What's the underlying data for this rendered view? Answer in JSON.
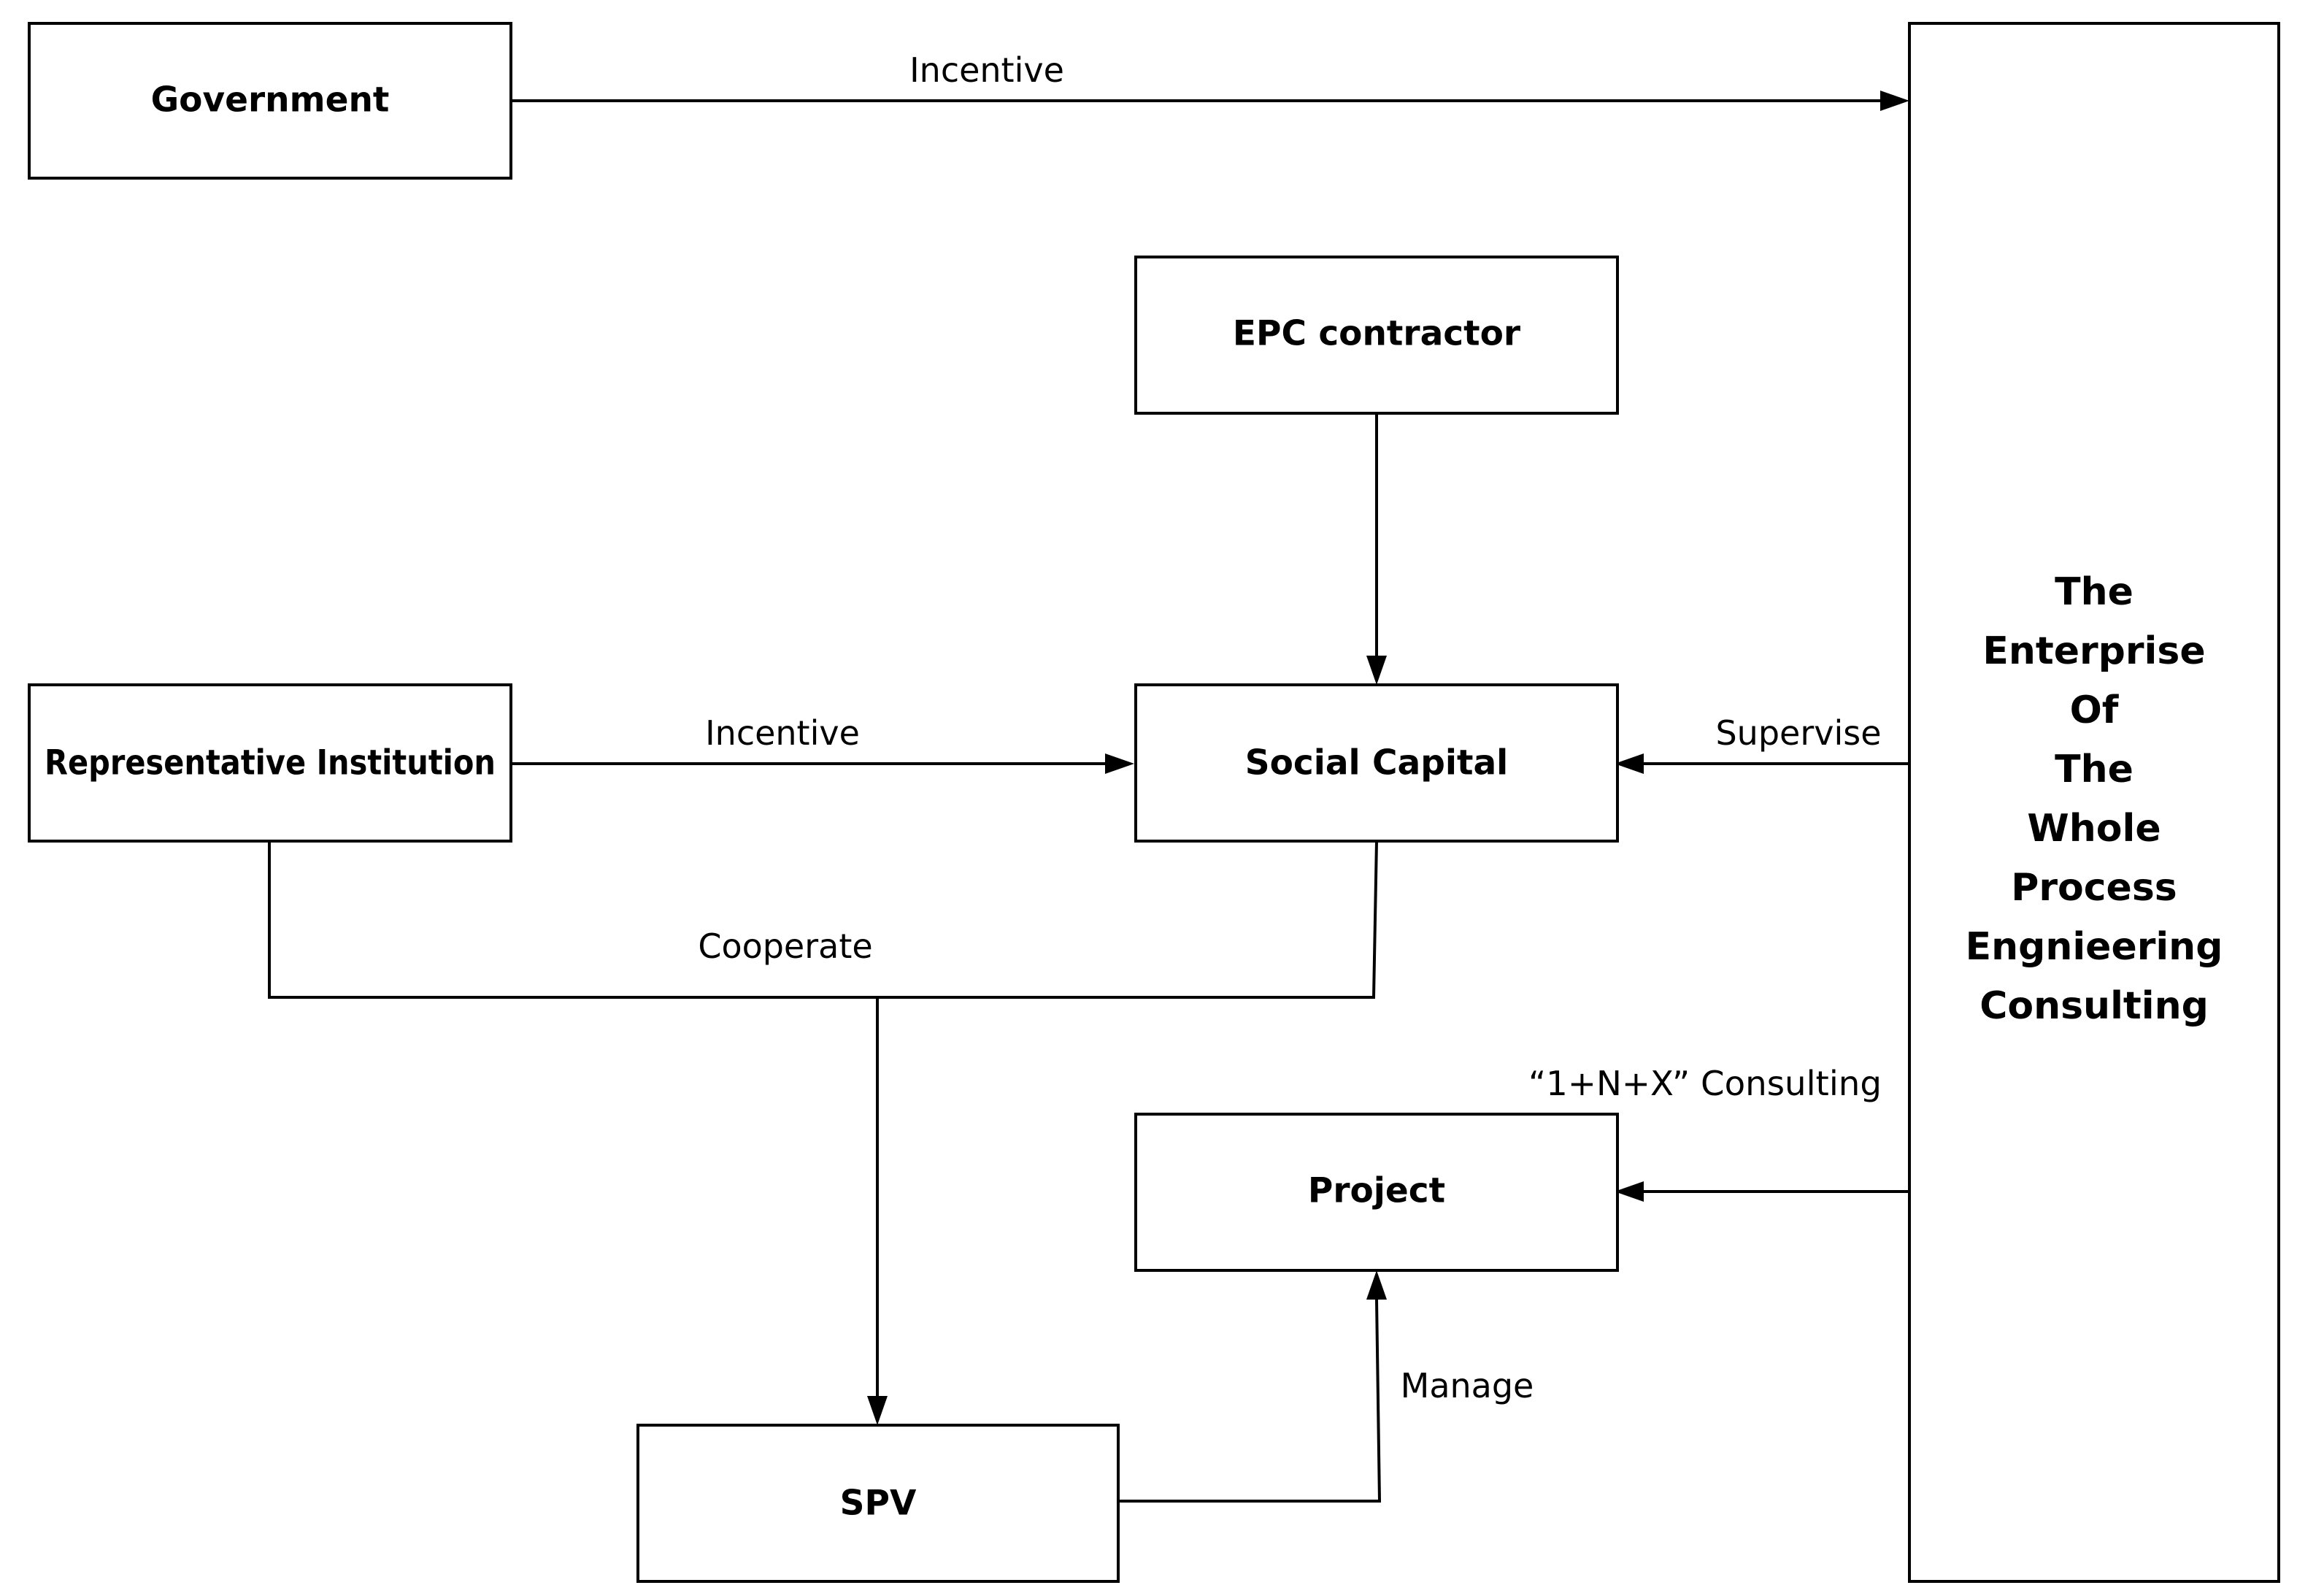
{
  "nodes": {
    "government": "Government",
    "epc_contractor": "EPC contractor",
    "representative_institution": "Representative Institution",
    "social_capital": "Social Capital",
    "project": "Project",
    "spv": "SPV",
    "enterprise": [
      "The",
      "Enterprise",
      "Of",
      "The",
      "Whole",
      "Process",
      "Engnieering",
      "Consulting"
    ]
  },
  "edges": {
    "government_to_enterprise": "Incentive",
    "representative_to_social_capital": "Incentive",
    "enterprise_to_social_capital": "Supervise",
    "cooperate": "Cooperate",
    "enterprise_to_project": "“1+N+X”  Consulting",
    "spv_to_project": "Manage"
  }
}
